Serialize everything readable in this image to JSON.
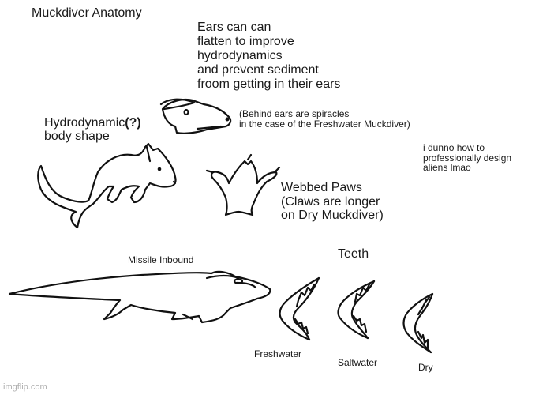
{
  "title": "Muckdiver Anatomy",
  "labels": {
    "ears": "Ears can can\nflatten to improve\nhydrodynamics\nand prevent sediment\nfroom getting in their ears",
    "spiracles": "(Behind ears are spiracles\nin the case of the Freshwater Muckdiver)",
    "hydro_prefix": "Hydrodynamic",
    "hydro_mark": "(?)",
    "hydro_suffix": "body shape",
    "aliens_note": "i dunno how to\nprofessionally design\naliens lmao",
    "webbed": "Webbed Paws\n(Claws are longer\non Dry Muckdiver)",
    "missile": "Missile Inbound",
    "teeth": "Teeth",
    "freshwater": "Freshwater",
    "saltwater": "Saltwater",
    "dry": "Dry"
  },
  "footer": "imgflip.com"
}
